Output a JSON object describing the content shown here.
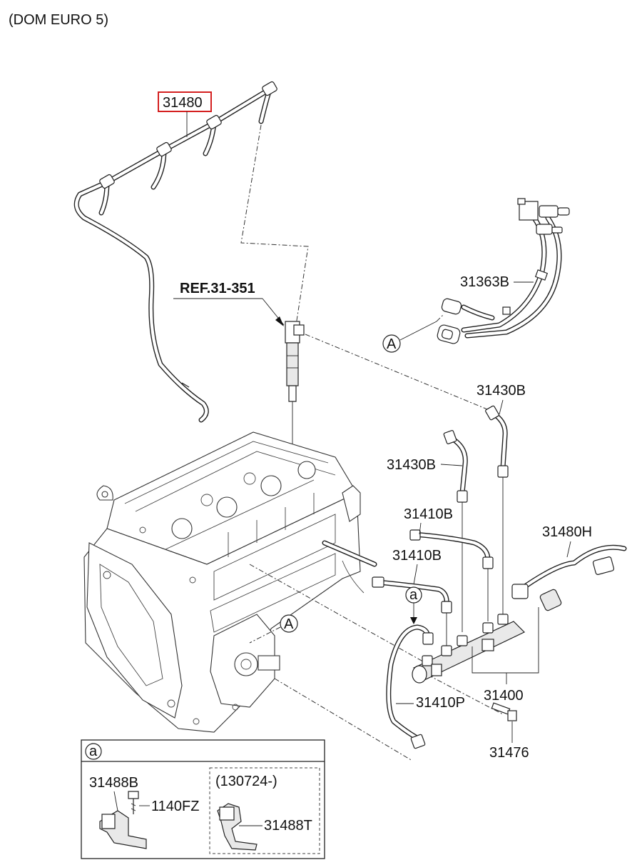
{
  "header": {
    "variant": "(DOM EURO 5)"
  },
  "labels": {
    "return_hose": "31480",
    "reference": "REF.31-351",
    "fuel_hose_b": "31363B",
    "callout_A": "A",
    "tube_b_upper": "31430B",
    "tube_b_lower": "31430B",
    "tube_410b_upper": "31410B",
    "tube_410b_lower": "31410B",
    "hose_h": "31480H",
    "callout_a": "a",
    "rail": "31400",
    "tube_p": "31410P",
    "bolt": "31476"
  },
  "detail_a": {
    "title": "a",
    "bracket": "31488B",
    "bolt": "1140FZ",
    "revision": "(130724-)",
    "bracket_new": "31488T"
  },
  "colors": {
    "highlight_box": "#d42020",
    "ink": "#111111"
  }
}
